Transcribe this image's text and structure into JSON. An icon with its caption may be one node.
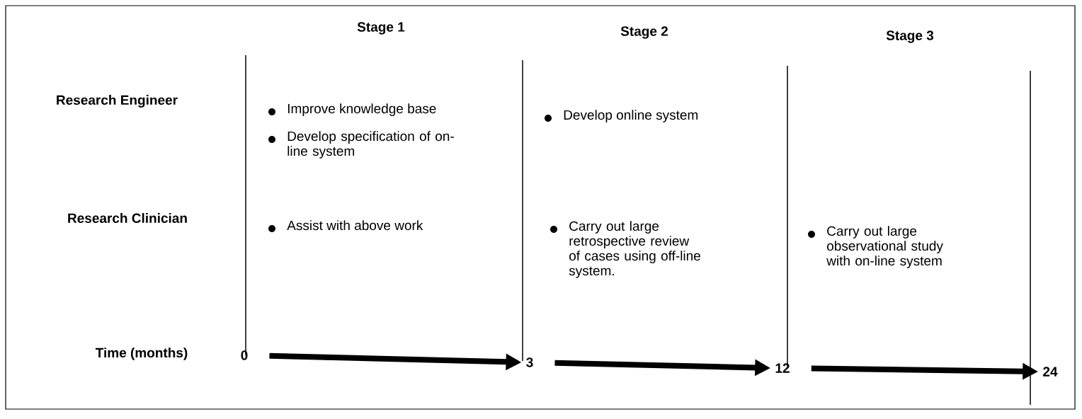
{
  "diagram": {
    "nodes": [
      {
        "text": [
          "0"
        ]
      },
      {
        "text": [
          "3"
        ]
      },
      {
        "text": [
          "12"
        ]
      },
      {
        "text": [
          "24"
        ]
      }
    ],
    "edges": [
      {
        "from": 0,
        "to": 1,
        "arrow": "to"
      },
      {
        "from": 1,
        "to": 2,
        "arrow": "to"
      },
      {
        "from": 2,
        "to": 3,
        "arrow": "to"
      }
    ],
    "labels": [
      "Stage 1",
      "Stage 2",
      "Stage 3",
      "Research Engineer",
      "Improve knowledge base",
      "Develop online system",
      "Develop specification of on-line system",
      "Research Clinician",
      "Assist with above work",
      "Carry out large retrospective review of cases using off-line system.",
      "Carry out large observational study with on-line system",
      "Time (months)"
    ]
  }
}
